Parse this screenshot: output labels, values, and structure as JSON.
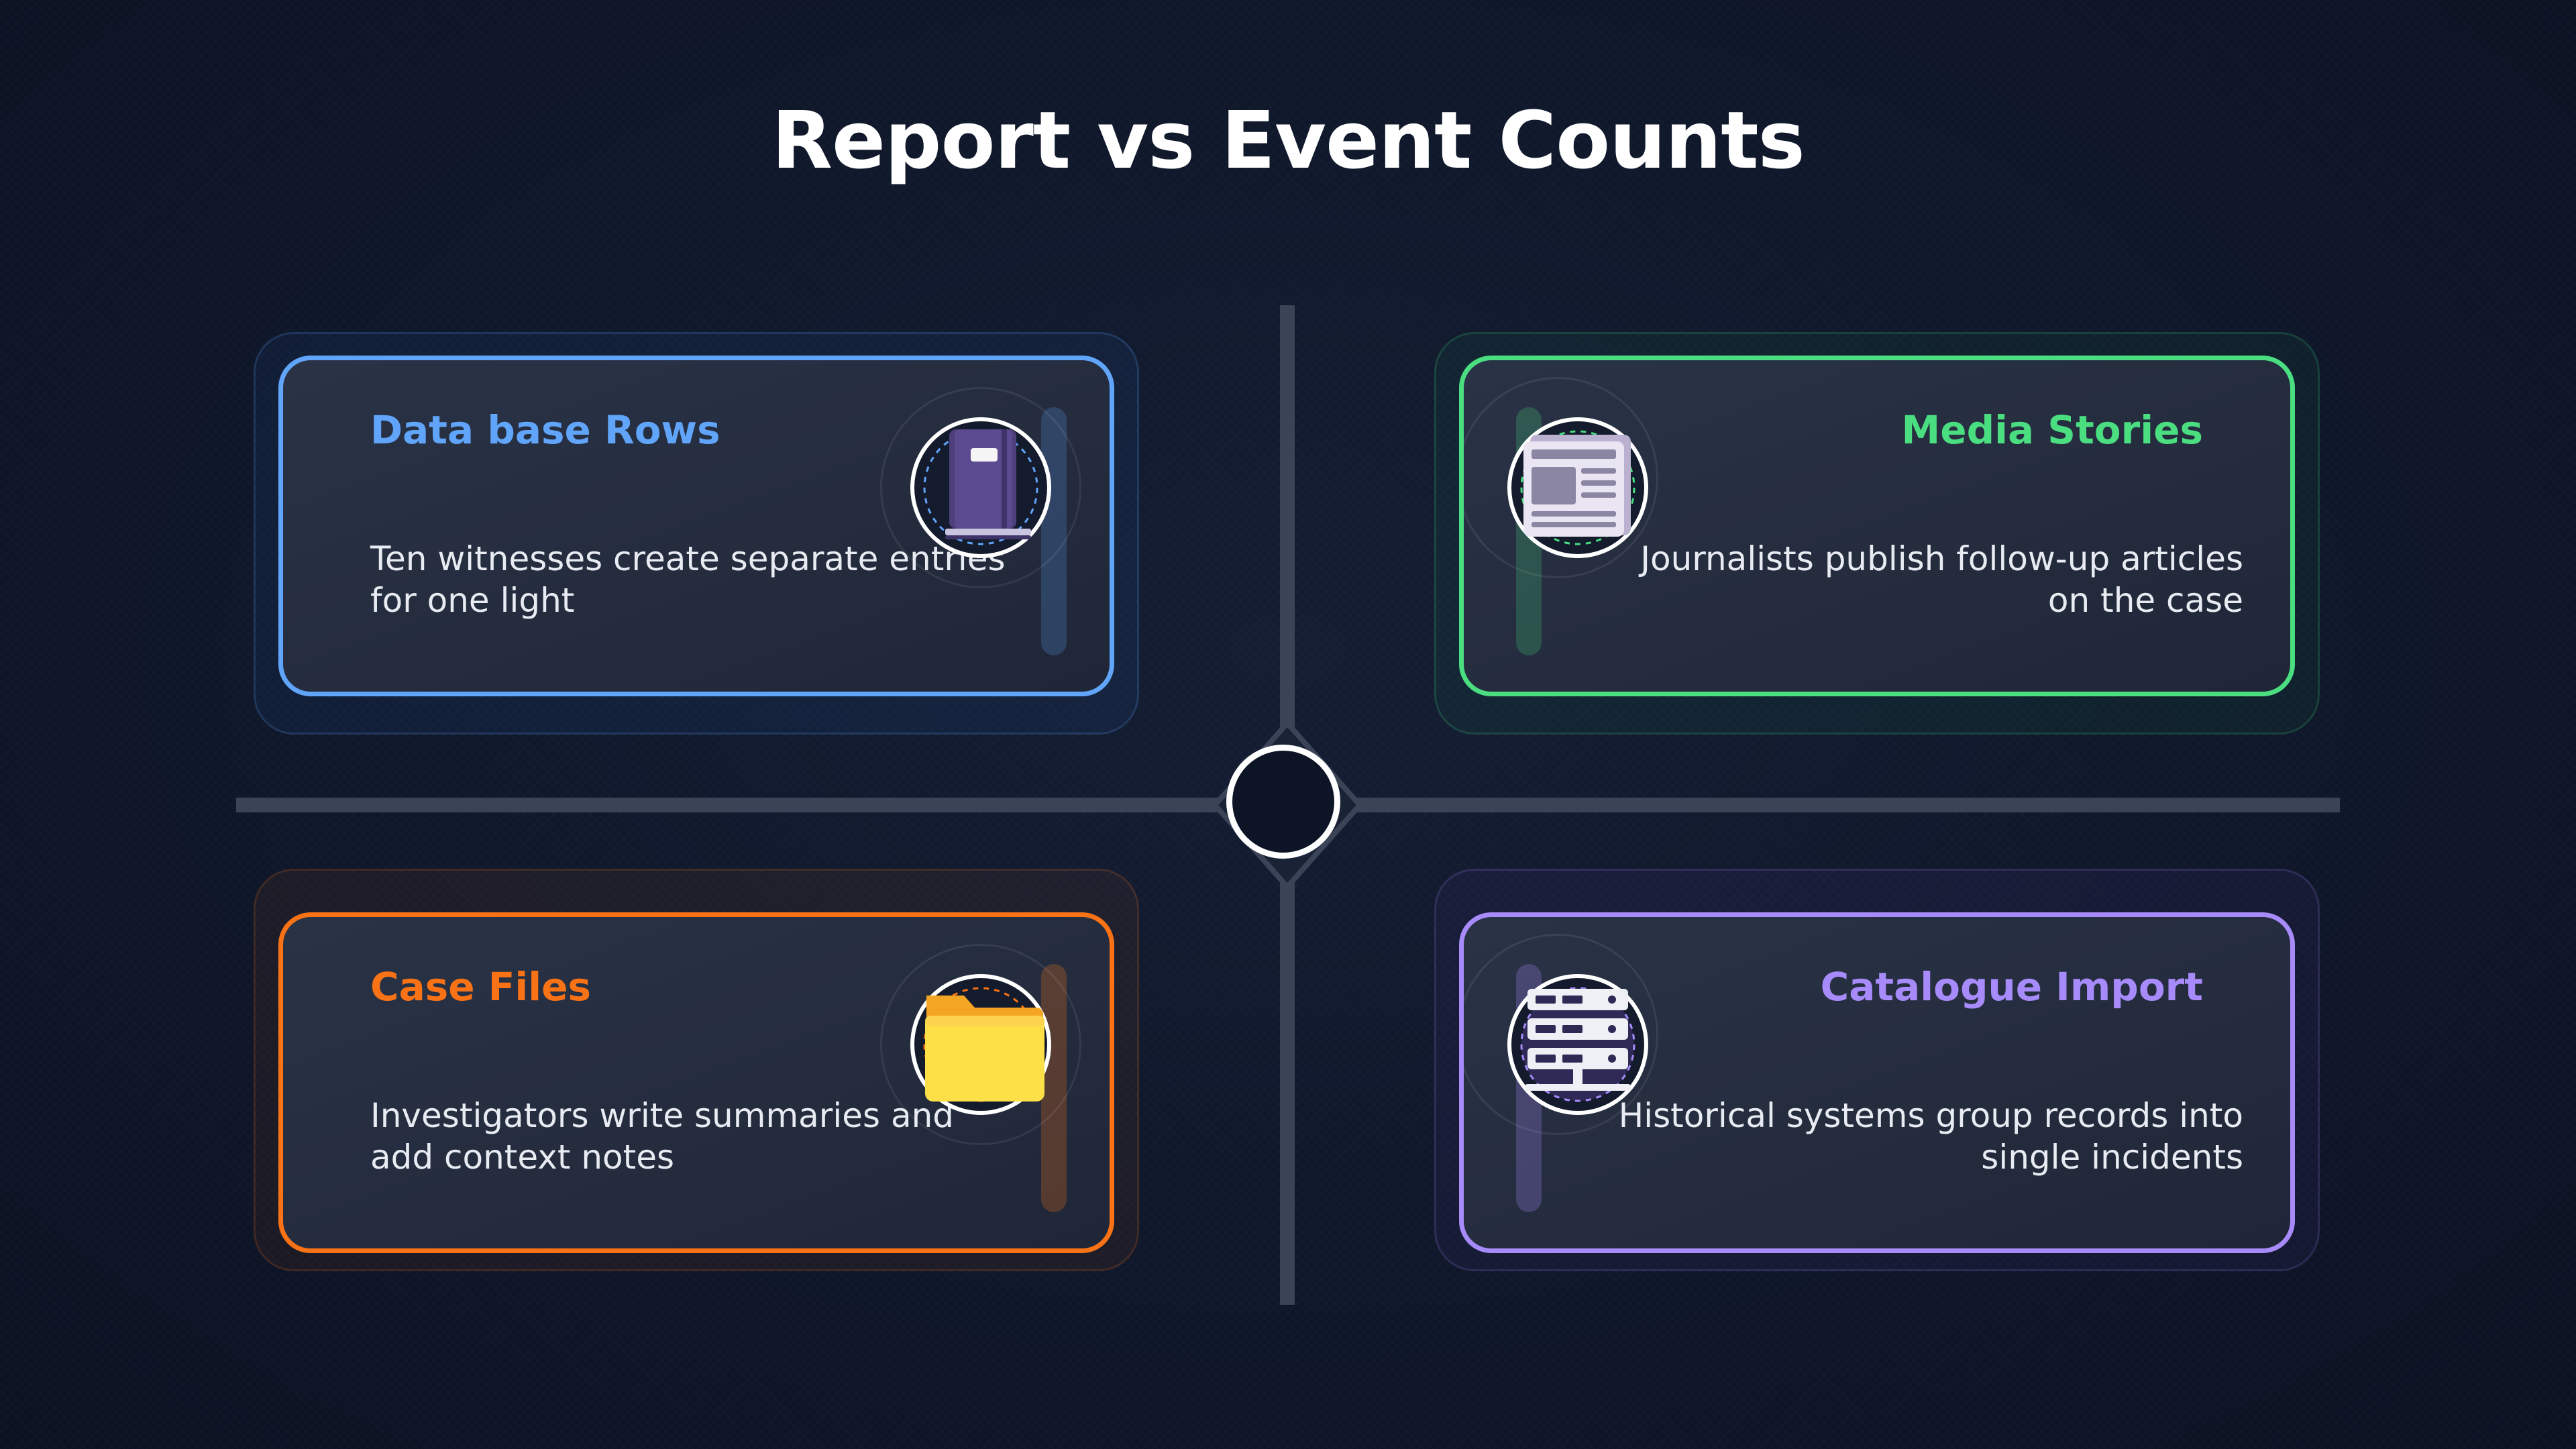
{
  "title": "Report vs Event Counts",
  "colors": {
    "background": "#0f172a",
    "axis": "#3a4456",
    "blue": "#60a5fa",
    "green": "#4ade80",
    "orange": "#f97316",
    "purple": "#a78bfa"
  },
  "quadrants": [
    {
      "id": "database-rows",
      "title": "Data base Rows",
      "description": "Ten witnesses create separate entries for one light",
      "icon": "book-icon",
      "color": "#60a5fa"
    },
    {
      "id": "media-stories",
      "title": "Media Stories",
      "description": "Journalists publish follow-up articles on the case",
      "icon": "newspaper-icon",
      "color": "#4ade80"
    },
    {
      "id": "case-files",
      "title": "Case Files",
      "description": "Investigators write summaries and add context notes",
      "icon": "folder-icon",
      "color": "#f97316"
    },
    {
      "id": "catalogue-import",
      "title": "Catalogue Import",
      "description": "Historical systems group records into single incidents",
      "icon": "server-icon",
      "color": "#a78bfa"
    }
  ]
}
